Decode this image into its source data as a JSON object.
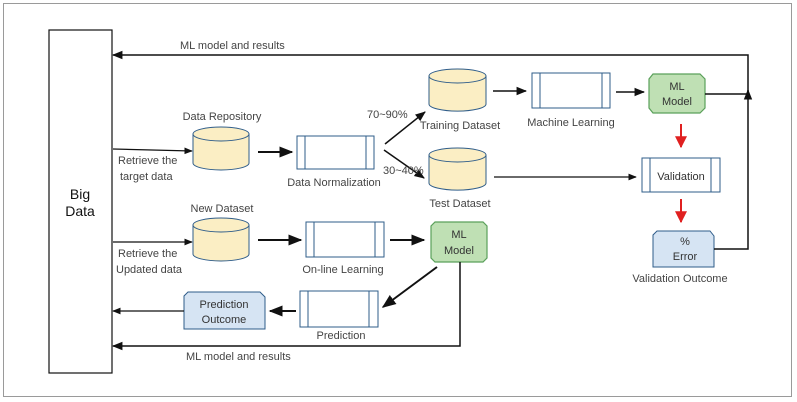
{
  "diagram": {
    "big_data": {
      "line1": "Big",
      "line2": "Data"
    },
    "top_feedback_label": "ML model and results",
    "bottom_feedback_label": "ML model and results",
    "retrieve_target": {
      "line1": "Retrieve the",
      "line2": "target data"
    },
    "retrieve_updated": {
      "line1": "Retrieve the",
      "line2": "Updated data"
    },
    "data_repository": "Data Repository",
    "data_normalization": "Data Normalization",
    "split_train": "70~90%",
    "split_test": "30~40%",
    "training_dataset": "Training Dataset",
    "test_dataset": "Test Dataset",
    "machine_learning": "Machine Learning",
    "ml_model_top": {
      "line1": "ML",
      "line2": "Model"
    },
    "validation": "Validation",
    "error_box": {
      "line1": "%",
      "line2": "Error"
    },
    "validation_outcome": "Validation Outcome",
    "new_dataset": "New Dataset",
    "online_learning": "On-line Learning",
    "ml_model_bottom": {
      "line1": "ML",
      "line2": "Model"
    },
    "prediction": "Prediction",
    "prediction_outcome": {
      "line1": "Prediction",
      "line2": "Outcome"
    }
  },
  "colors": {
    "cylinder_fill": "#fbeec4",
    "cylinder_stroke": "#2f5d8a",
    "model_fill": "#bfe0b4",
    "model_stroke": "#5aa05a",
    "outcome_fill": "#d6e4f3",
    "process_stroke": "#2f5d8a",
    "red_arrow": "#e02020"
  }
}
